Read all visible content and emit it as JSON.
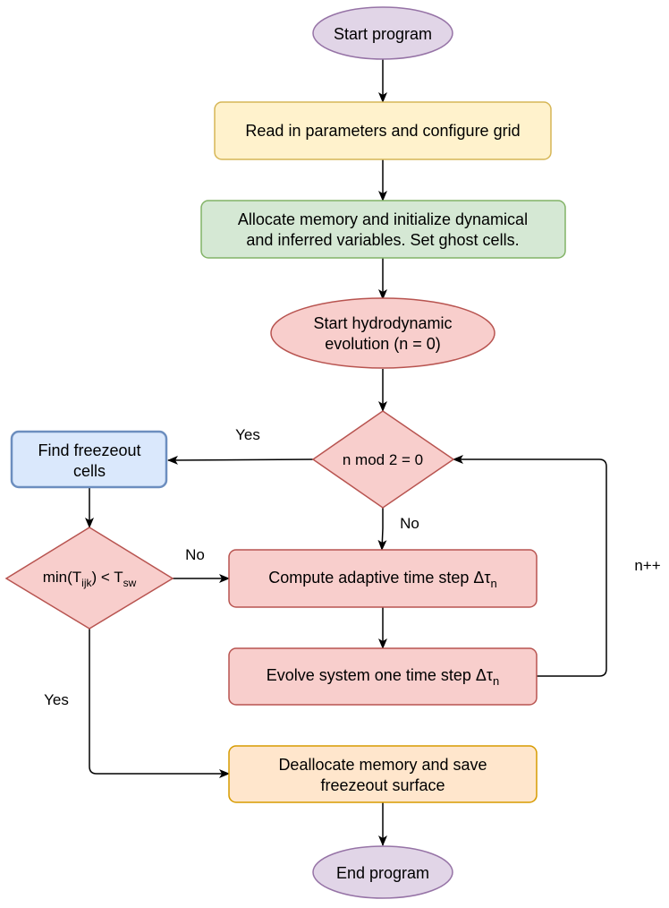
{
  "colors": {
    "terminal_fill": "#e1d5e7",
    "terminal_stroke": "#9673a6",
    "read_fill": "#fff2cc",
    "read_stroke": "#d6b656",
    "alloc_fill": "#d5e8d4",
    "alloc_stroke": "#82b366",
    "red_fill": "#f8cecc",
    "red_stroke": "#b85450",
    "find_fill": "#dae8fc",
    "find_stroke": "#6c8ebf",
    "dealloc_fill": "#ffe6cc",
    "dealloc_stroke": "#d79b00"
  },
  "nodes": {
    "start": {
      "label": "Start program"
    },
    "read": {
      "label": "Read in parameters and configure grid"
    },
    "alloc": {
      "line1": "Allocate memory and initialize dynamical",
      "line2": "and inferred variables. Set ghost cells."
    },
    "hydro": {
      "line1": "Start hydrodynamic",
      "line2": "evolution (n = 0)"
    },
    "mod": {
      "label": "n mod 2 = 0"
    },
    "find": {
      "line1": "Find freezeout",
      "line2": "cells"
    },
    "min": {
      "prefix": "min(T",
      "sub1": "ijk",
      "mid": ") < T",
      "sub2": "sw"
    },
    "compute": {
      "prefix": "Compute adaptive time step Δτ",
      "sub": "n"
    },
    "evolve": {
      "prefix": "Evolve system one time step Δτ",
      "sub": "n"
    },
    "dealloc": {
      "line1": "Deallocate memory and save",
      "line2": "freezeout surface"
    },
    "end": {
      "label": "End program"
    }
  },
  "edges": {
    "mod_yes": "Yes",
    "mod_no": "No",
    "min_no": "No",
    "min_yes": "Yes",
    "loop": "n++"
  }
}
